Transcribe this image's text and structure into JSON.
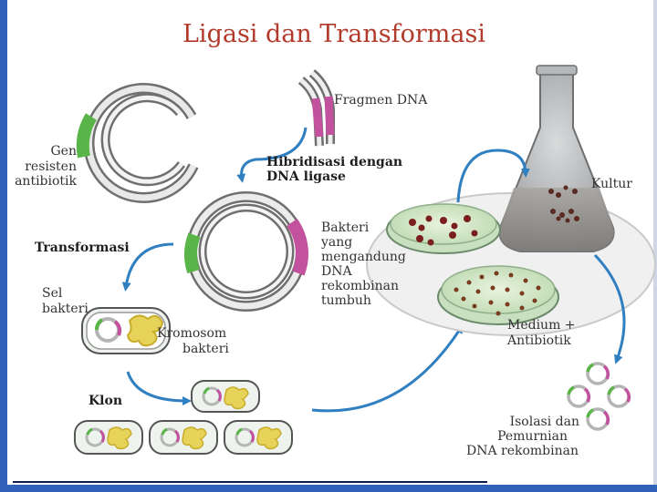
{
  "title": "Ligasi dan Transformasi",
  "labels": {
    "gene_line1": "Gen",
    "gene_line2": "resisten",
    "gene_line3": "antibiotik",
    "fragment": "Fragmen DNA",
    "hybrid_line1": "Hibridisasi dengan",
    "hybrid_line2": "DNA ligase",
    "transformasi": "Transformasi",
    "sel_line1": "Sel",
    "sel_line2": "bakteri",
    "kromosom_line1": "Kromosom",
    "kromosom_line2": "bakteri",
    "klon": "Klon",
    "bakteri_line1": "Bakteri",
    "bakteri_line2": "yang",
    "bakteri_line3": "mengandung",
    "bakteri_line4": "DNA",
    "bakteri_line5": "rekombinan",
    "bakteri_line6": "tumbuh",
    "kultur": "Kultur",
    "medium_line1": "Medium +",
    "medium_line2": "Antibiotik",
    "isolasi_line1": "Isolasi dan",
    "isolasi_line2": "Pemurnian",
    "isolasi_line3": "DNA rekombinan"
  },
  "colors": {
    "title": "#b23a2b",
    "arrow": "#2f7fc1",
    "gene_green": "#59b548",
    "fragment_magenta": "#c2529e",
    "chromosome_yellow": "#e8d35a",
    "frame_blue": "#2f62b8"
  }
}
